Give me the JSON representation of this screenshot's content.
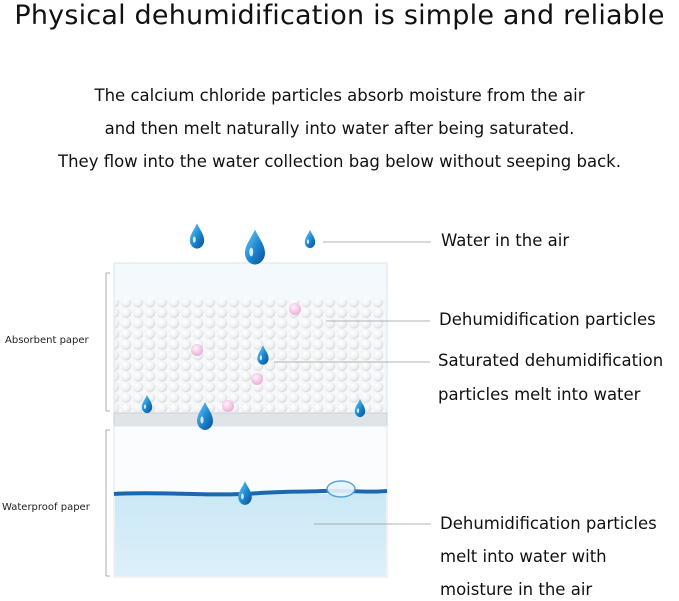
{
  "title": "Physical dehumidification is simple and reliable",
  "description": [
    "The calcium chloride particles absorb moisture from the air",
    "and then melt naturally into water after being saturated.",
    "They flow into the water collection bag below without seeping back."
  ],
  "labels": {
    "water_in_air": "Water in the air",
    "dehumidification_particles": "Dehumidification particles",
    "saturated_line1": "Saturated dehumidification",
    "saturated_line2": "particles melt into water",
    "melt_line1": "Dehumidification particles",
    "melt_line2": "melt into water with",
    "melt_line3": "moisture in the air",
    "absorbent_paper": "Absorbent paper",
    "waterproof_paper": "Waterproof paper"
  },
  "colors": {
    "water_drop": "#1f7fc4",
    "water_fill": "#d3ecf8",
    "water_line": "#1a68b0",
    "saturated_particle": "#f2c9e6",
    "particle": "#f3f4f5"
  }
}
